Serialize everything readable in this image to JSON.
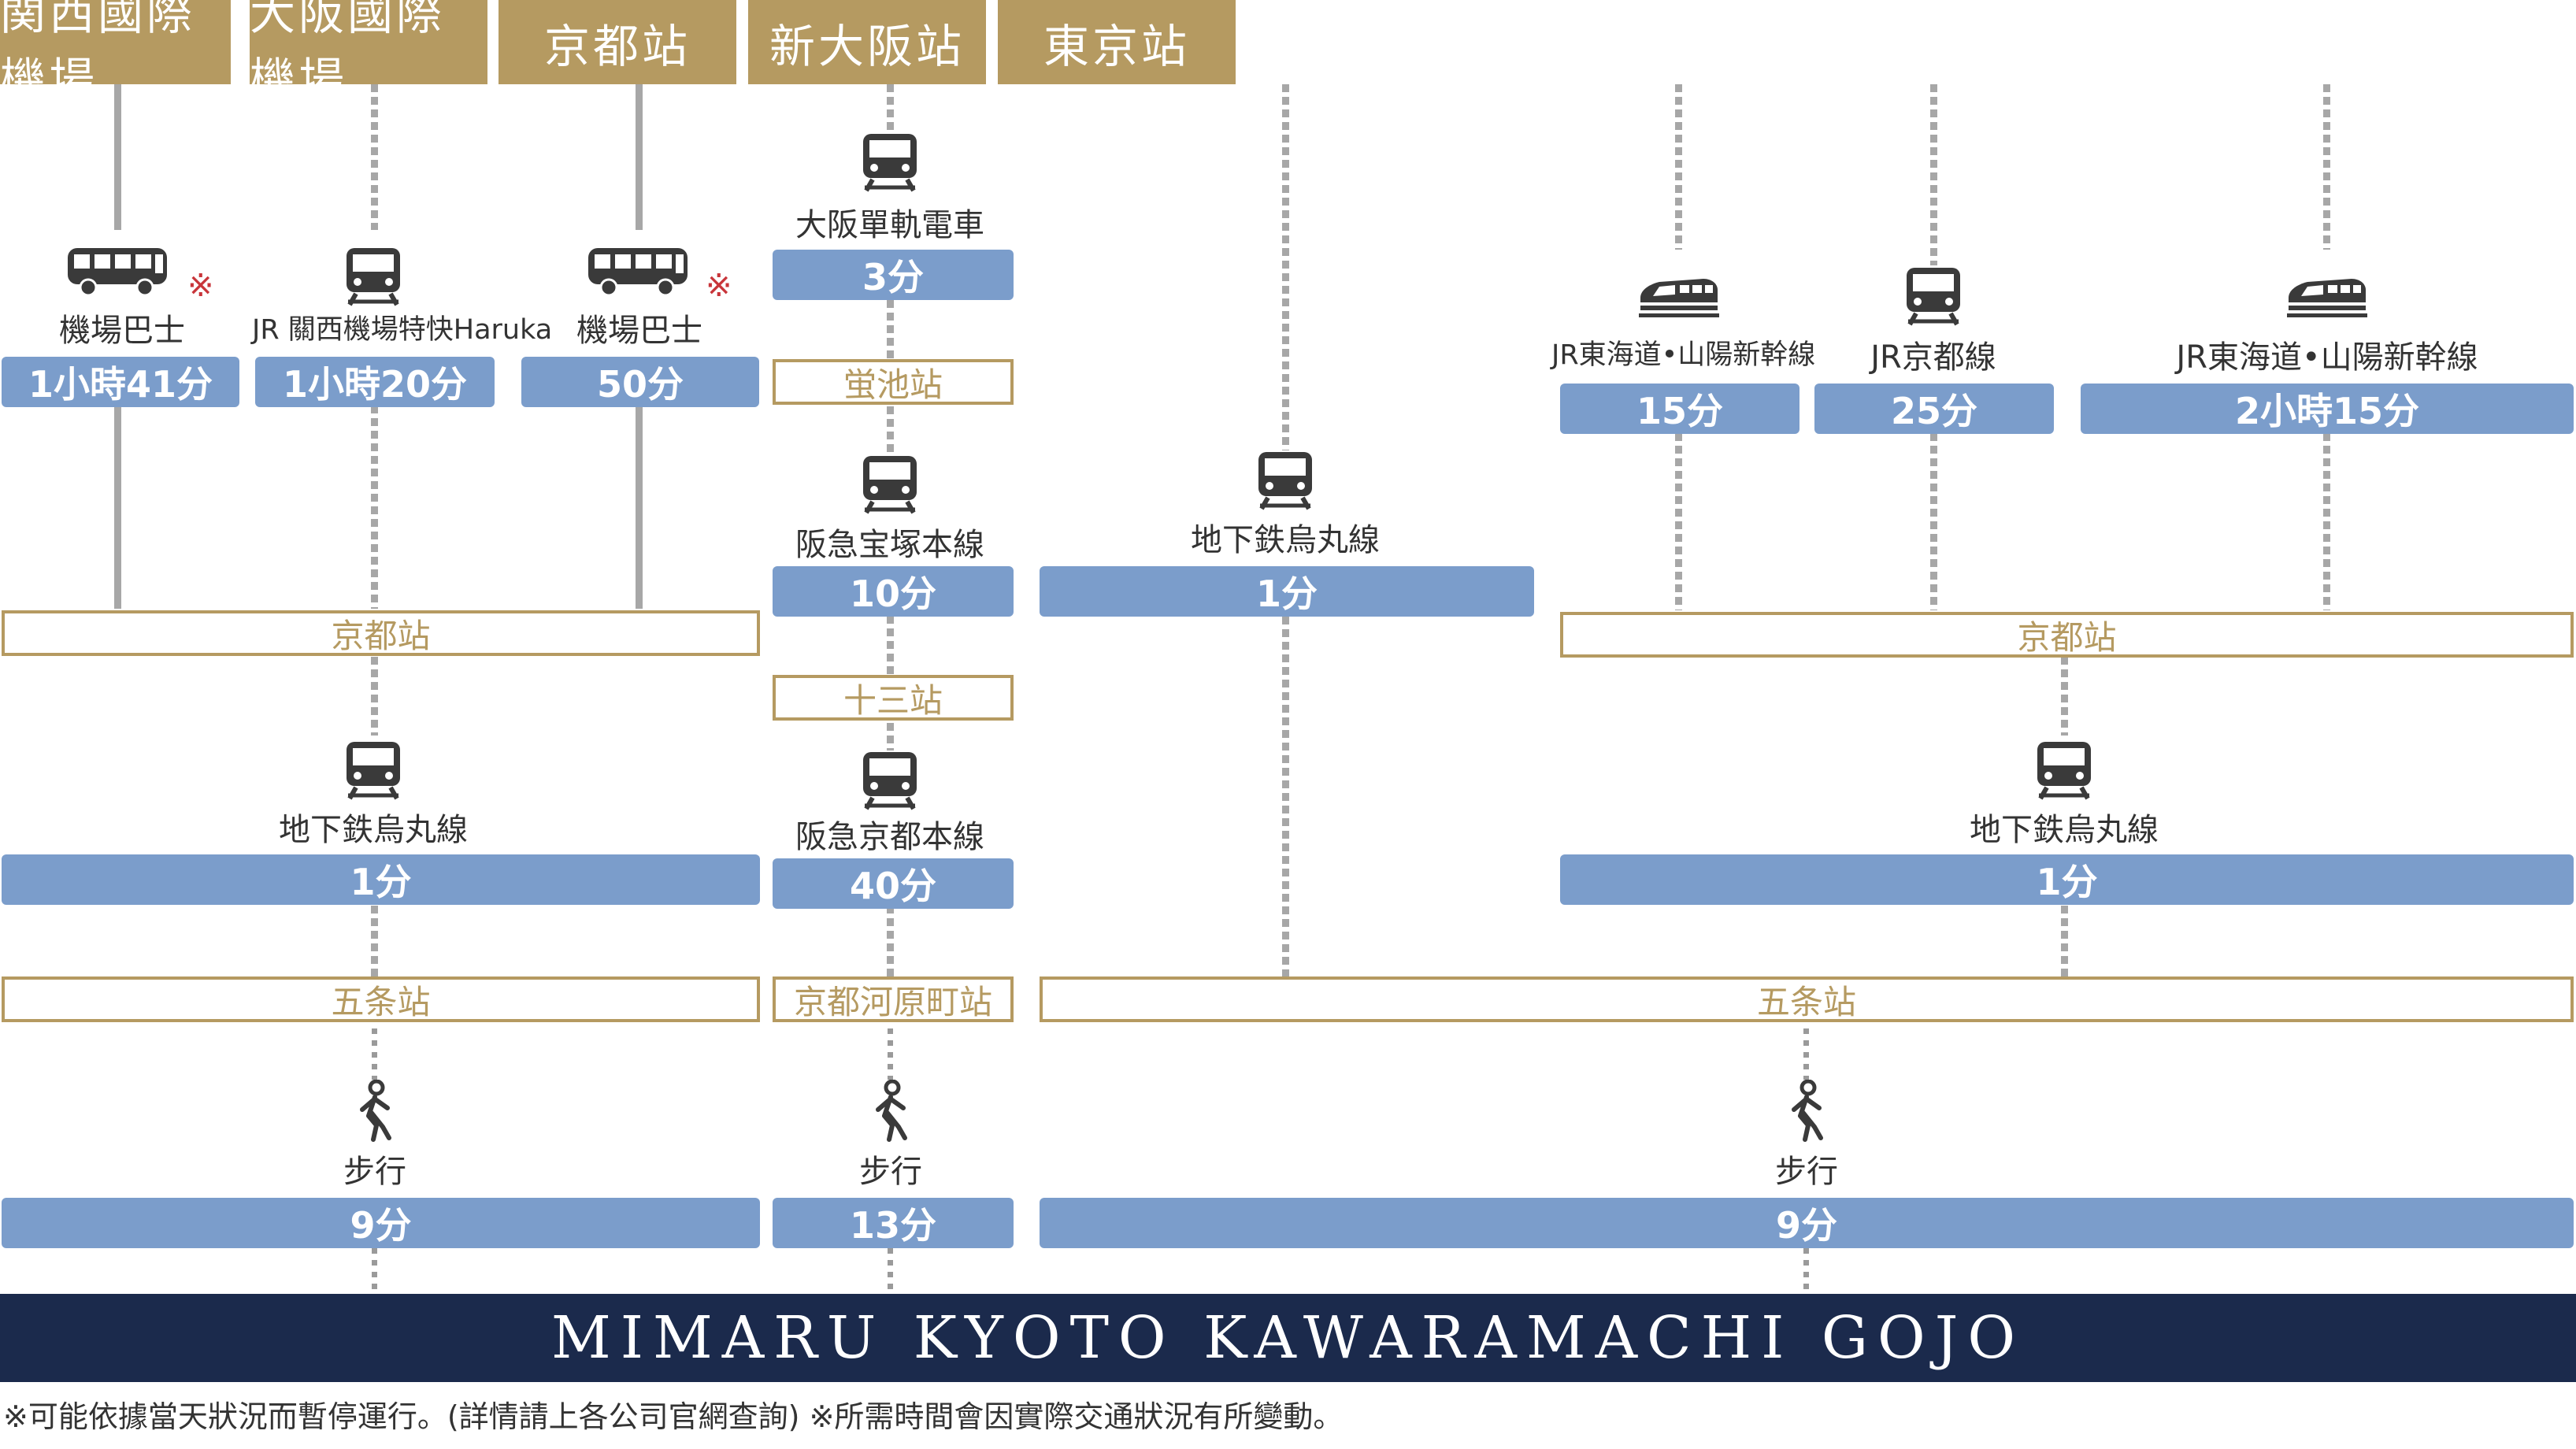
{
  "headers": [
    "関西國際機場",
    "大阪國際機場",
    "京都站",
    "新大阪站",
    "東京站"
  ],
  "kix": {
    "bus_label": "機場巴士",
    "bus_time": "1小時41分",
    "bus_note": "※",
    "jr_label": "JR 關西機場特快Haruka",
    "jr_time": "1小時20分",
    "transfer_station": "京都站",
    "subway_label": "地下鉄烏丸線",
    "subway_time": "1分",
    "arrival_station": "五条站",
    "walk_label": "步行",
    "walk_time": "9分"
  },
  "itami": {
    "bus_label": "機場巴士",
    "bus_time": "50分",
    "bus_note": "※",
    "monorail_label": "大阪單軌電車",
    "monorail_time": "3分",
    "station1": "蛍池站",
    "hankyu1_label": "阪急宝塚本線",
    "hankyu1_time": "10分",
    "station2": "十三站",
    "hankyu2_label": "阪急京都本線",
    "hankyu2_time": "40分",
    "station3": "京都河原町站",
    "walk_label": "步行",
    "walk_time": "13分"
  },
  "kyoto": {
    "subway_label": "地下鉄烏丸線",
    "subway_time": "1分"
  },
  "shinosaka": {
    "shinkansen_label": "JR東海道•山陽新幹線",
    "shinkansen_time": "15分",
    "jr_label": "JR京都線",
    "jr_time": "25分"
  },
  "tokyo": {
    "shinkansen_label": "JR東海道•山陽新幹線",
    "shinkansen_time": "2小時15分"
  },
  "right": {
    "transfer_station": "京都站",
    "subway_label": "地下鉄烏丸線",
    "subway_time": "1分",
    "arrival_station": "五条站",
    "walk_label": "步行",
    "walk_time": "9分"
  },
  "destination": "MIMARU KYOTO KAWARAMACHI GOJO",
  "footnote": "※可能依據當天狀況而暫停運行。(詳情請上各公司官網查詢) ※所需時間會因實際交通狀況有所變動。"
}
